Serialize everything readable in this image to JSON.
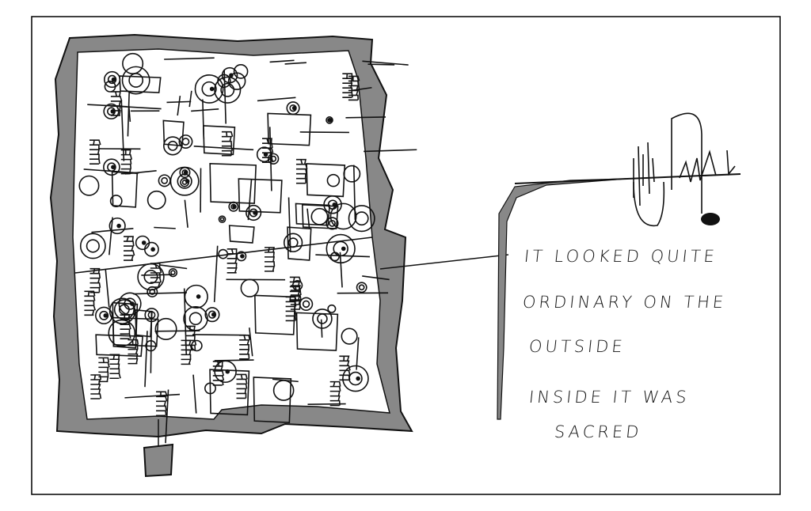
{
  "caption": {
    "line1": "IT LOOKED QUITE",
    "line2": "ORDINARY ON THE",
    "line3": "OUTSIDE",
    "line4": "INSIDE IT WAS",
    "line5": "SACRED"
  },
  "colors": {
    "frame": "#888888",
    "ink": "#111111",
    "border": "#000000"
  }
}
